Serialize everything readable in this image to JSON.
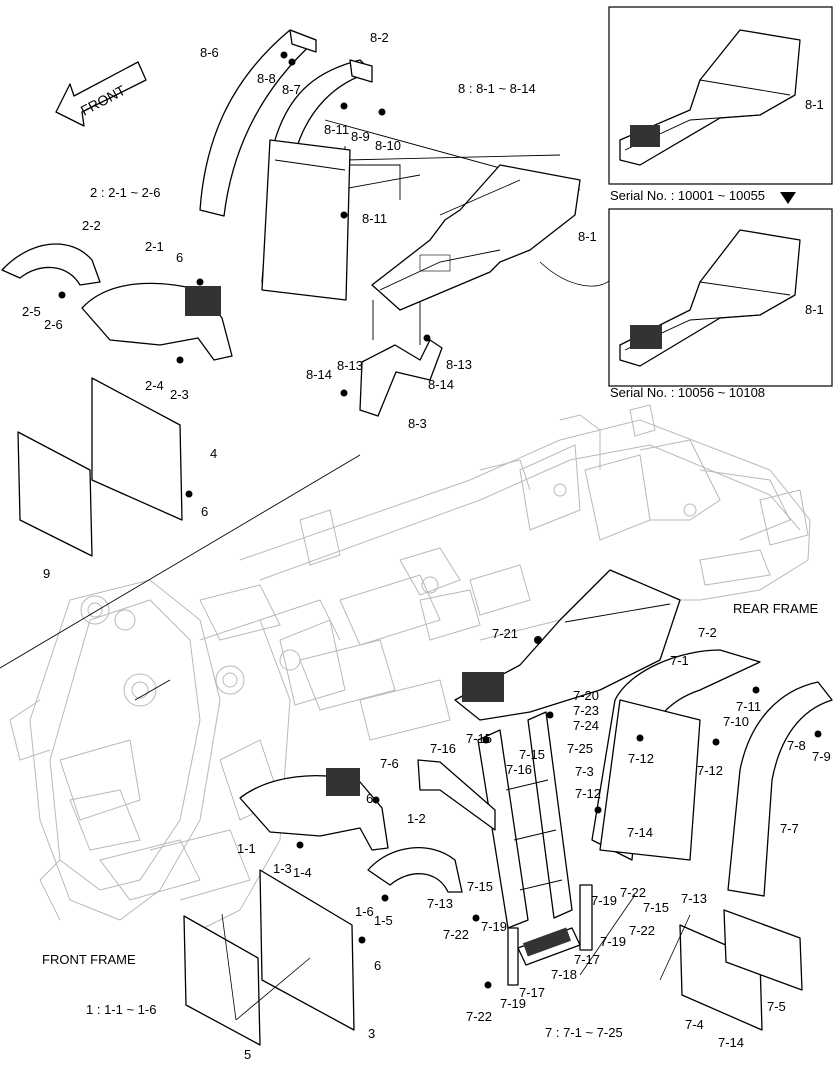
{
  "groups": {
    "g1": "1 : 1-1 ~ 1-6",
    "g2": "2 : 2-1 ~ 2-6",
    "g7": "7 : 7-1 ~ 7-25",
    "g8": "8 : 8-1 ~ 8-14"
  },
  "frames": {
    "front": "FRONT FRAME",
    "rear": "REAR FRAME"
  },
  "front_arrow": "FRONT",
  "inset_top_serial": "Serial No. : 10001 ~ 10055",
  "inset_bottom_serial": "Serial No. : 10056 ~ 10108",
  "callouts": [
    "8-6",
    "8-8",
    "8-7",
    "8-2",
    "8-11",
    "8-9",
    "8-10",
    "8-11",
    "8-1",
    "8-1",
    "8-1",
    "2-2",
    "2-1",
    "6",
    "2-5",
    "2-6",
    "2-4",
    "2-3",
    "4",
    "6",
    "9",
    "8-14",
    "8-13",
    "8-13",
    "8-14",
    "8-3",
    "7-21",
    "7-1",
    "7-2",
    "7-20",
    "7-23",
    "7-24",
    "7-25",
    "7-11",
    "7-10",
    "7-8",
    "7-9",
    "7-15",
    "7-16",
    "7-15",
    "7-16",
    "7-12",
    "7-12",
    "7-6",
    "7-3",
    "7-12",
    "7-14",
    "7-7",
    "6",
    "1-1",
    "1-2",
    "1-3",
    "1-4",
    "1-6",
    "1-5",
    "7-15",
    "7-13",
    "7-19",
    "7-22",
    "7-19",
    "7-22",
    "7-19",
    "7-15",
    "7-13",
    "7-22",
    "7-17",
    "7-18",
    "7-17",
    "7-19",
    "7-22",
    "6",
    "3",
    "5",
    "7-4",
    "7-5",
    "7-14"
  ]
}
